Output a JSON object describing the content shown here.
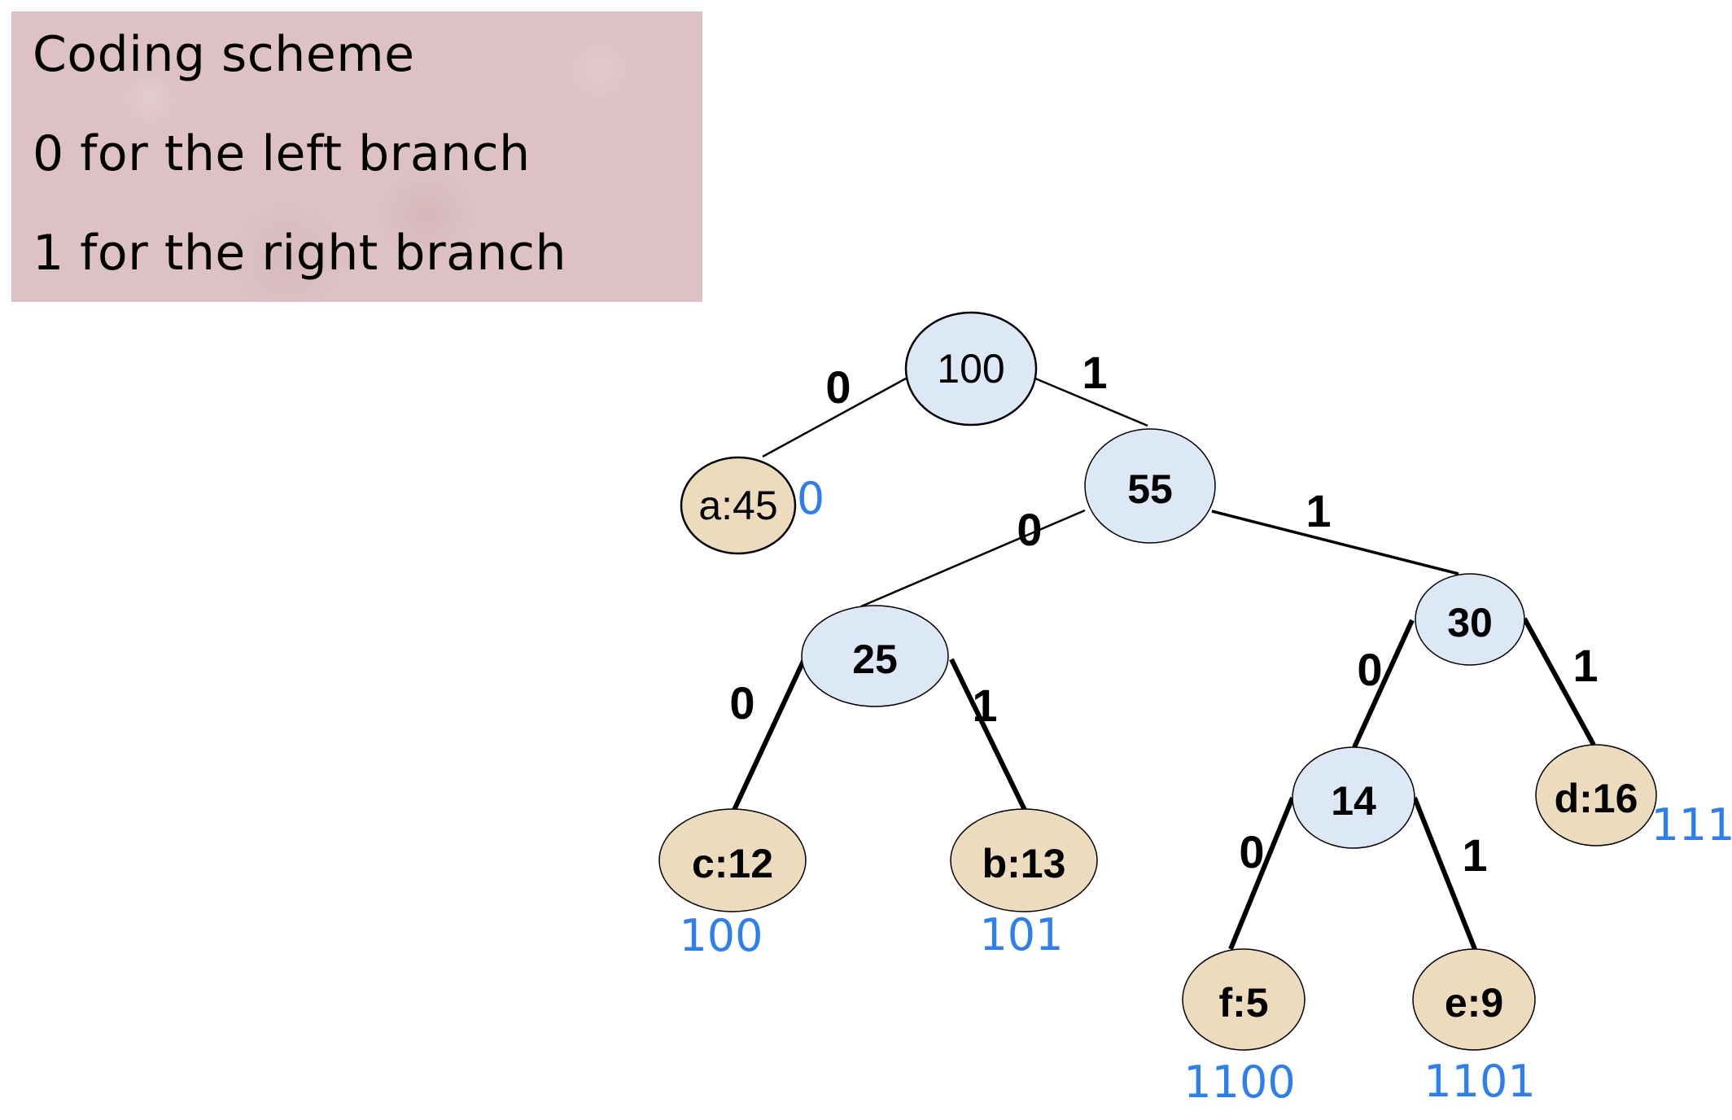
{
  "legend": {
    "title": "Coding scheme",
    "line_left": "0 for the left branch",
    "line_right": "1 for the right branch"
  },
  "colors": {
    "legend_background": "#ddc1c4",
    "internal_node_fill": "#dce8f5",
    "leaf_node_fill": "#ecdcbd",
    "handwritten_code": "#2d7ff0",
    "edge": "#000000"
  },
  "tree": {
    "nodes": [
      {
        "id": "n100",
        "label": "100",
        "type": "internal",
        "weight": 100
      },
      {
        "id": "a",
        "label": "a:45",
        "type": "leaf",
        "symbol": "a",
        "weight": 45,
        "code": "0"
      },
      {
        "id": "n55",
        "label": "55",
        "type": "internal",
        "weight": 55
      },
      {
        "id": "n25",
        "label": "25",
        "type": "internal",
        "weight": 25
      },
      {
        "id": "n30",
        "label": "30",
        "type": "internal",
        "weight": 30
      },
      {
        "id": "c",
        "label": "c:12",
        "type": "leaf",
        "symbol": "c",
        "weight": 12,
        "code": "100"
      },
      {
        "id": "b",
        "label": "b:13",
        "type": "leaf",
        "symbol": "b",
        "weight": 13,
        "code": "101"
      },
      {
        "id": "n14",
        "label": "14",
        "type": "internal",
        "weight": 14
      },
      {
        "id": "d",
        "label": "d:16",
        "type": "leaf",
        "symbol": "d",
        "weight": 16,
        "code": "111"
      },
      {
        "id": "f",
        "label": "f:5",
        "type": "leaf",
        "symbol": "f",
        "weight": 5,
        "code": "1100"
      },
      {
        "id": "e",
        "label": "e:9",
        "type": "leaf",
        "symbol": "e",
        "weight": 9,
        "code": "1101"
      }
    ],
    "edges": [
      {
        "from": "n100",
        "to": "a",
        "bit": "0"
      },
      {
        "from": "n100",
        "to": "n55",
        "bit": "1"
      },
      {
        "from": "n55",
        "to": "n25",
        "bit": "0"
      },
      {
        "from": "n55",
        "to": "n30",
        "bit": "1"
      },
      {
        "from": "n25",
        "to": "c",
        "bit": "0"
      },
      {
        "from": "n25",
        "to": "b",
        "bit": "1"
      },
      {
        "from": "n30",
        "to": "n14",
        "bit": "0"
      },
      {
        "from": "n30",
        "to": "d",
        "bit": "1"
      },
      {
        "from": "n14",
        "to": "f",
        "bit": "0"
      },
      {
        "from": "n14",
        "to": "e",
        "bit": "1"
      }
    ]
  }
}
